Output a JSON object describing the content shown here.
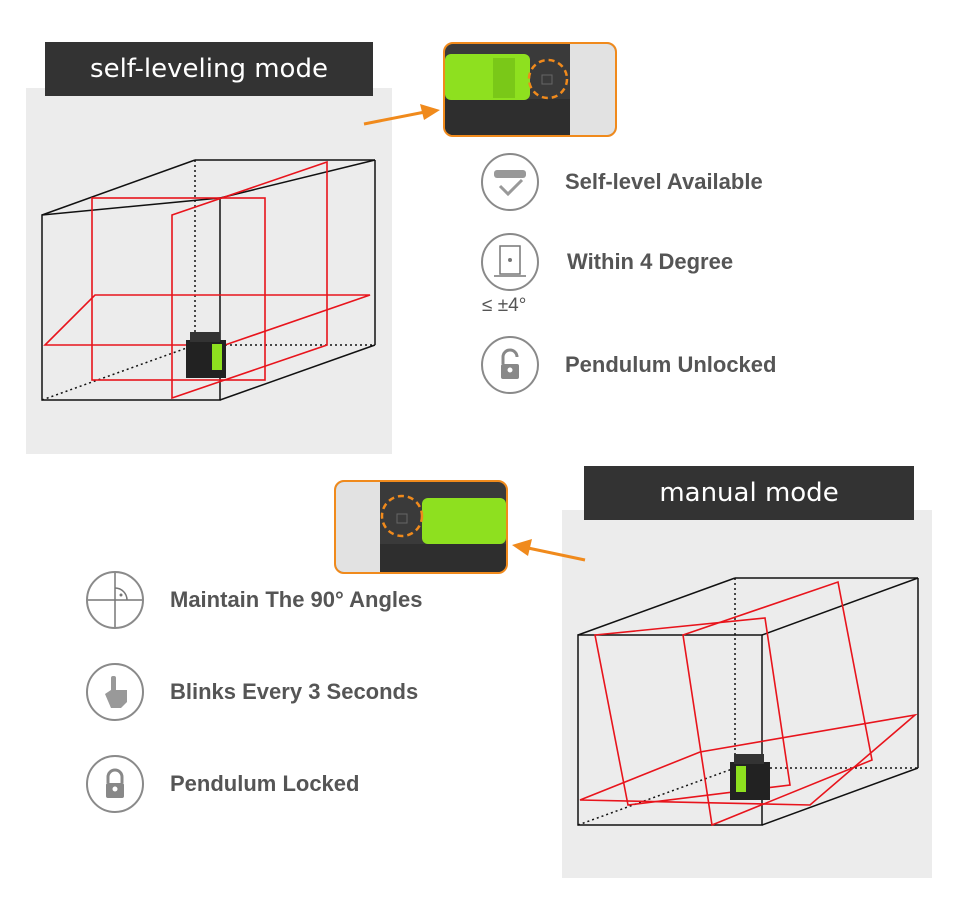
{
  "self_leveling": {
    "title": "self-leveling mode",
    "features": [
      {
        "icon": "level-check-icon",
        "label": "Self-level Available"
      },
      {
        "icon": "tilt-device-icon",
        "label": "Within 4 Degree",
        "sub": "≤ ±4°"
      },
      {
        "icon": "unlocked-padlock-icon",
        "label": "Pendulum Unlocked"
      }
    ]
  },
  "manual": {
    "title": "manual mode",
    "features": [
      {
        "icon": "right-angle-icon",
        "label": "Maintain The 90° Angles"
      },
      {
        "icon": "pointing-hand-icon",
        "label": "Blinks Every 3 Seconds"
      },
      {
        "icon": "locked-padlock-icon",
        "label": "Pendulum Locked"
      }
    ]
  },
  "colors": {
    "accent": "#f08a1c",
    "laser": "#e8141c",
    "device_green": "#8ee01f",
    "label_bg": "#333333"
  }
}
